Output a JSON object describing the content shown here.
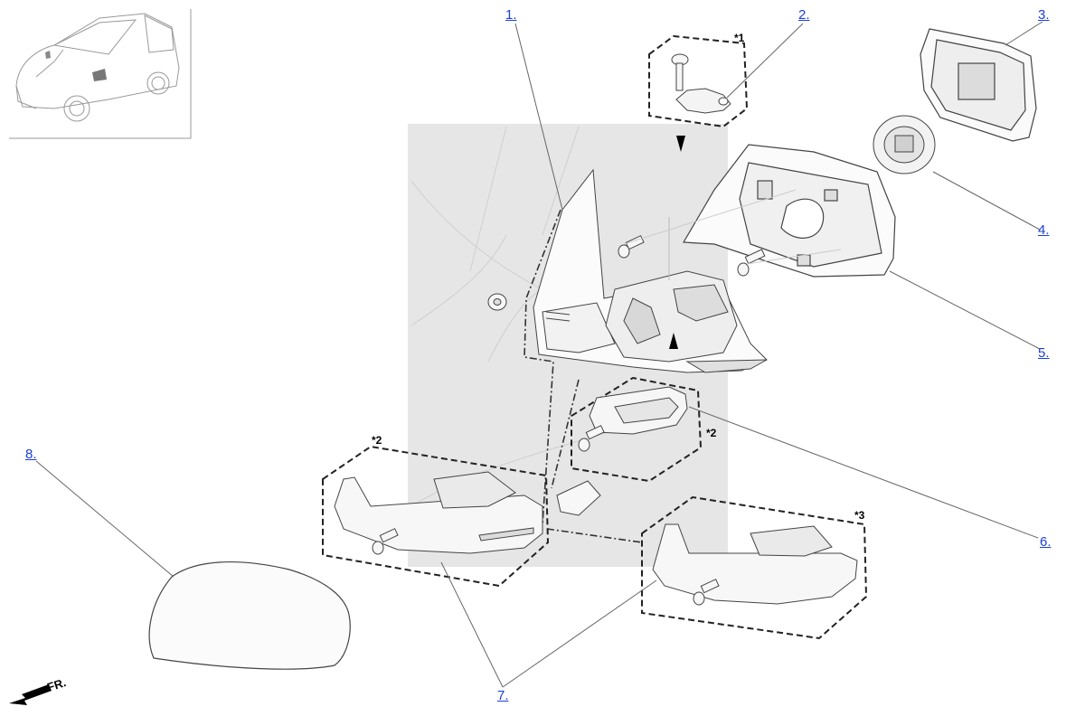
{
  "callouts": {
    "c1": "1.",
    "c2": "2.",
    "c3": "3.",
    "c4": "4.",
    "c5": "5.",
    "c6": "6.",
    "c7": "7.",
    "c8": "8."
  },
  "notes": {
    "n1": "*1",
    "n2a": "*2",
    "n2b": "*2",
    "n3": "*3"
  },
  "direction_label": "FR.",
  "colors": {
    "link": "#1a3fd6",
    "shade": "#e6e6e6",
    "line": "#555555"
  }
}
